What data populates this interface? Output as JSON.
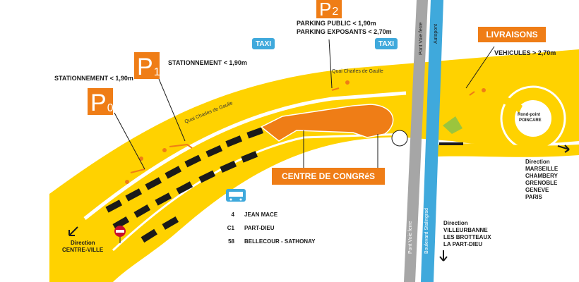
{
  "parking": {
    "p0": {
      "letter": "P",
      "number": "0",
      "label": "STATIONNEMENT < 1,90m"
    },
    "p1": {
      "letter": "P",
      "number": "1",
      "label": "STATIONNEMENT < 1,90m"
    },
    "p2": {
      "letter": "P",
      "number": "2",
      "label_public": "PARKING PUBLIC < 1,90m",
      "label_exhibitors": "PARKING EXPOSANTS < 2,70m"
    }
  },
  "taxi": {
    "left": "TAXI",
    "right": "TAXI"
  },
  "livraisons": {
    "title": "LIVRAISONS",
    "label": "VEHICULES > 2,70m"
  },
  "centre": {
    "title": "CENTRE DE CONGRéS"
  },
  "roads": {
    "quai_left": "Quai Charles de Gaulle",
    "quai_right": "Quai Charles de Gaulle",
    "pont_voie_ferre_top": "Pont Voie ferre",
    "autopont": "Autopont",
    "pont_voie_ferre_bottom": "Pont Voie ferre",
    "boulevard": "Boulevard Stalingrad"
  },
  "rondpoint": {
    "line1": "Rond-point",
    "line2": "POINCARE"
  },
  "bus": {
    "lines": [
      {
        "num": "4",
        "dest": "JEAN MACE"
      },
      {
        "num": "C1",
        "dest": "PART-DIEU"
      },
      {
        "num": "58",
        "dest": "BELLECOUR - SATHONAY"
      }
    ]
  },
  "directions": {
    "left": {
      "line1": "Direction",
      "line2": "CENTRE-VILLE"
    },
    "right": {
      "line1": "Direction",
      "line2": "MARSEILLE",
      "line3": "CHAMBERY",
      "line4": "GRENOBLE",
      "line5": "GENEVE",
      "line6": "PARIS"
    },
    "bottom": {
      "line1": "Direction",
      "line2": "VILLEURBANNE",
      "line3": "LES BROTTEAUX",
      "line4": "LA PART-DIEU"
    }
  },
  "colors": {
    "road_yellow": "#ffd200",
    "orange": "#ef7d16",
    "taxi_blue": "#3fa9dc",
    "rail_grey": "#a6a6a6",
    "autopont_blue": "#3fa9dc",
    "green": "#9bc53d",
    "no_entry_red": "#c8102e"
  }
}
